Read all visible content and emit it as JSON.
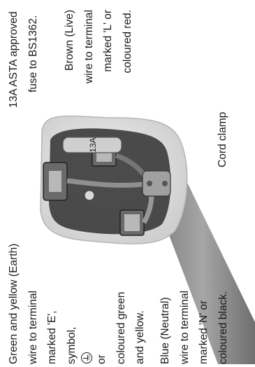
{
  "labels": {
    "fuse": [
      "13A ASTA approved",
      "fuse to BS1362."
    ],
    "live": [
      "Brown (Live)",
      "wire to terminal",
      "marked 'L' or",
      "coloured red."
    ],
    "cord_clamp": "Cord clamp",
    "earth": [
      "Green and yellow (Earth)",
      "wire to terminal",
      "marked 'E',",
      "symbol, ",
      " or",
      "coloured green",
      "and yellow."
    ],
    "neutral": [
      "Blue (Neutral)",
      "wire to terminal",
      "marked 'N' or",
      "coloured black."
    ]
  },
  "fuse_marking": "13A",
  "colors": {
    "body": "#e6e6e6",
    "cavity": "#3a3a3a",
    "cable": "#8a8a8a",
    "fuse": "#cfcfcf",
    "text": "#1a1a1a"
  }
}
